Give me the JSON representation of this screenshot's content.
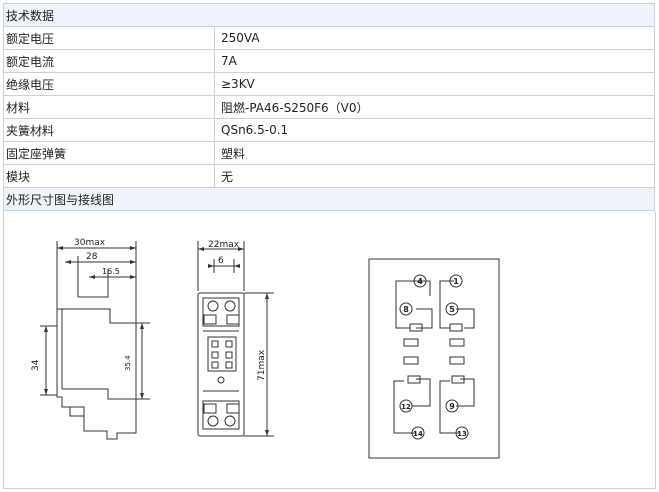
{
  "spec_table": {
    "title": "技术数据",
    "rows": [
      {
        "label": "额定电压",
        "value": "250VA"
      },
      {
        "label": "额定电流",
        "value": "7A"
      },
      {
        "label": "绝缘电压",
        "value": "≥3KV"
      },
      {
        "label": "材料",
        "value": "阻燃-PA46-S250F6（V0）"
      },
      {
        "label": "夹簧材料",
        "value": "QSn6.5-0.1"
      },
      {
        "label": "固定座弹簧",
        "value": "塑料"
      },
      {
        "label": "模块",
        "value": "无"
      }
    ],
    "section_title": "外形尺寸图与接线图"
  },
  "drawing": {
    "side_view": {
      "dim_overall": "30max",
      "dim_mid": "28",
      "dim_small": "16.5",
      "dim_height": "34",
      "dim_inner": "35.4"
    },
    "front_view": {
      "dim_width": "22max",
      "dim_inner": "6",
      "dim_height": "71max"
    },
    "wiring": {
      "terminals": [
        "4",
        "1",
        "8",
        "5",
        "12",
        "9",
        "14",
        "13"
      ]
    }
  }
}
